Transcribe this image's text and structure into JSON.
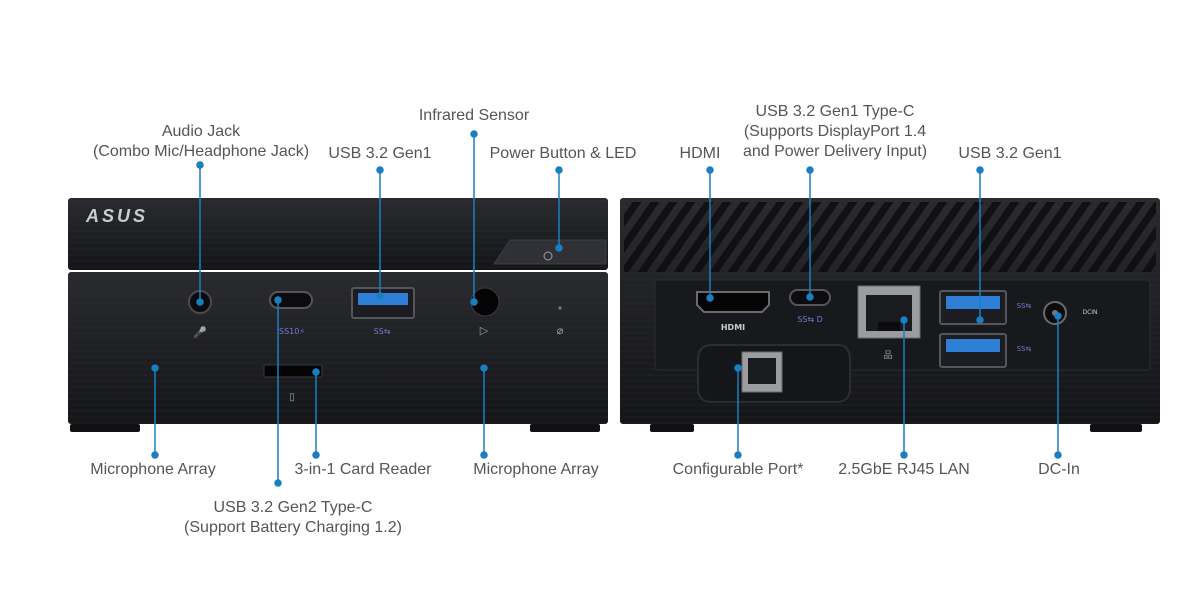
{
  "front": {
    "logo": "ASUS",
    "labels": {
      "audio_jack_line1": "Audio Jack",
      "audio_jack_line2": "(Combo Mic/Headphone Jack)",
      "usb_front": "USB 3.2 Gen1",
      "infrared": "Infrared Sensor",
      "power_button": "Power Button & LED",
      "mic_left": "Microphone Array",
      "card_reader": "3-in-1 Card Reader",
      "mic_right": "Microphone Array",
      "usbc_front_line1": "USB 3.2 Gen2 Type-C",
      "usbc_front_line2": "(Support Battery Charging 1.2)"
    }
  },
  "back": {
    "port_text": {
      "hdmi": "HDMI",
      "dcin": "DCIN"
    },
    "labels": {
      "hdmi": "HDMI",
      "usbc_back_line1": "USB 3.2 Gen1 Type-C",
      "usbc_back_line2": "(Supports DisplayPort 1.4",
      "usbc_back_line3": "and Power Delivery Input)",
      "usb_back": "USB 3.2 Gen1",
      "configurable": "Configurable Port*",
      "lan": "2.5GbE RJ45 LAN",
      "dc_in": "DC-In"
    }
  },
  "colors": {
    "callout": "#1a7fc1",
    "body": "#1b1c1f",
    "label": "#555555",
    "usb_blue": "#2f7fd6"
  }
}
